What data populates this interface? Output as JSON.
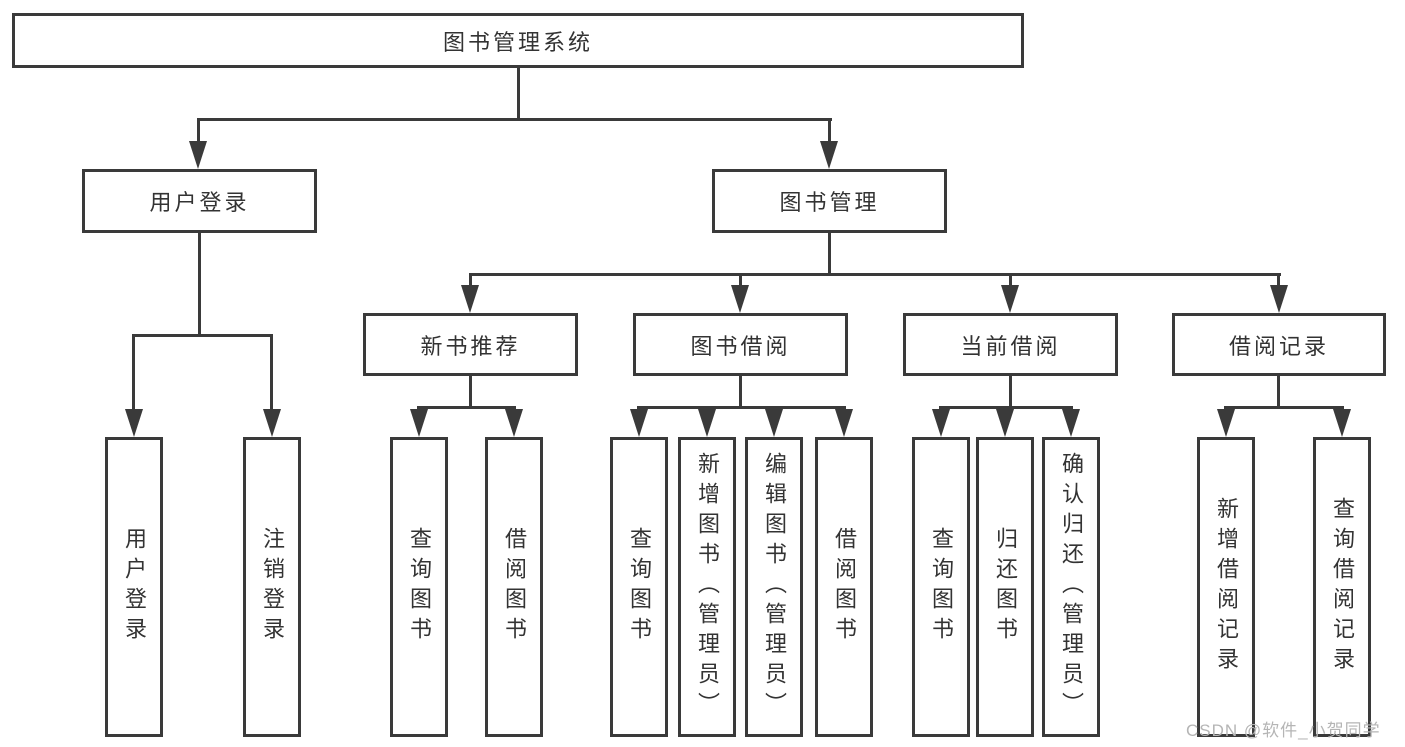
{
  "colors": {
    "line": "#3a3a3a",
    "text": "#333333",
    "box_background": "#ffffff",
    "page_background": "#ffffff",
    "watermark": "#b5b5b5"
  },
  "watermark": {
    "text": "CSDN @软件_小贺同学"
  },
  "nodes": {
    "root": "图书管理系统",
    "login": "用户登录",
    "mgmt": "图书管理",
    "rec": "新书推荐",
    "bor": "图书借阅",
    "cur": "当前借阅",
    "rc": "借阅记录",
    "leaf_login": "用户登录",
    "leaf_logout": "注销登录",
    "rec_query": "查询图书",
    "rec_borrow": "借阅图书",
    "bor_query": "查询图书",
    "bor_add": "新增图书（管理员）",
    "bor_edit": "编辑图书（管理员）",
    "bor_borrow": "借阅图书",
    "cur_query": "查询图书",
    "cur_return": "归还图书",
    "cur_confirm": "确认归还（管理员）",
    "rc_add": "新增借阅记录",
    "rc_query": "查询借阅记录"
  },
  "hierarchy": {
    "label": "图书管理系统",
    "children": [
      {
        "label": "用户登录",
        "children": [
          {
            "label": "用户登录"
          },
          {
            "label": "注销登录"
          }
        ]
      },
      {
        "label": "图书管理",
        "children": [
          {
            "label": "新书推荐",
            "children": [
              {
                "label": "查询图书"
              },
              {
                "label": "借阅图书"
              }
            ]
          },
          {
            "label": "图书借阅",
            "children": [
              {
                "label": "查询图书"
              },
              {
                "label": "新增图书（管理员）"
              },
              {
                "label": "编辑图书（管理员）"
              },
              {
                "label": "借阅图书"
              }
            ]
          },
          {
            "label": "当前借阅",
            "children": [
              {
                "label": "查询图书"
              },
              {
                "label": "归还图书"
              },
              {
                "label": "确认归还（管理员）"
              }
            ]
          },
          {
            "label": "借阅记录",
            "children": [
              {
                "label": "新增借阅记录"
              },
              {
                "label": "查询借阅记录"
              }
            ]
          }
        ]
      }
    ]
  }
}
